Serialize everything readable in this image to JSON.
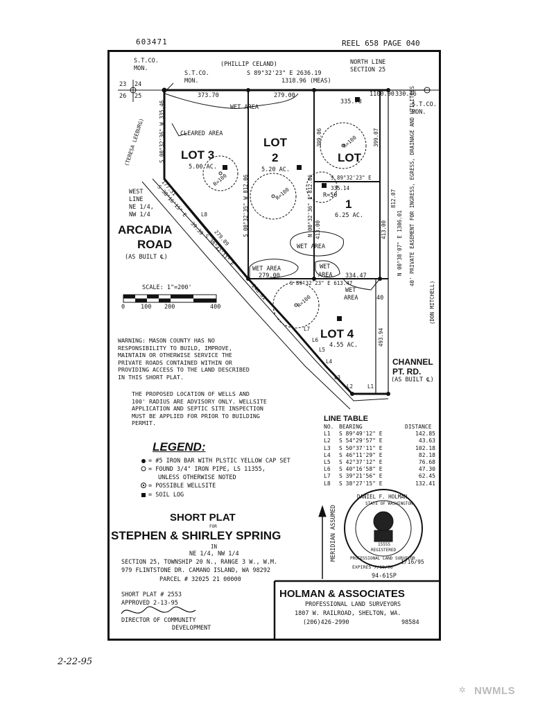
{
  "header": {
    "doc_number": "603471",
    "reel_page": "REEL 658 PAGE 040"
  },
  "corner_mark": {
    "section_numbers": [
      "23",
      "24",
      "26",
      "25"
    ]
  },
  "labels": {
    "st_co_mon_nw": "S.T.CO.",
    "st_co_mon_nw2": "MON.",
    "st_co_mon_2": "S.T.CO.",
    "st_co_mon_2b": "MON.",
    "st_co_mon_ne": "S.T.CO.",
    "st_co_mon_neb": "MON.",
    "phillip": "(PHILLIP CELAND)",
    "north_bearing": "S 89°32'23\" E  2636.19",
    "north_meas": "1318.96 (MEAS)",
    "north_line1": "NORTH LINE",
    "north_line2": "SECTION 25",
    "dim_37370": "373.70",
    "dim_27900a": "279.00",
    "dim_110000": "1100.00",
    "dim_33046": "330.46",
    "dim_33578": "335.78",
    "wet_area_top": "WET  AREA",
    "cleared_area": "CLEARED AREA",
    "teresa": "(TERESA LEEBURG)",
    "west_line1": "WEST",
    "west_line2": "LINE",
    "west_line3": "NE 1/4,",
    "west_line4": "NW 1/4",
    "lot3": "LOT 3",
    "lot3_ac": "5.00 AC.",
    "lot2a": "LOT",
    "lot2b": "2",
    "lot2_ac": "5.20 AC.",
    "lot1a": "LOT",
    "lot1b": "1",
    "lot1_ac": "6.25 AC.",
    "lot4": "LOT 4",
    "lot4_ac": "4.55 AC.",
    "r100": "R=100",
    "r50": "R=50",
    "inner_bearing": "S 89°32'23\" E",
    "dim_33514": "335.14",
    "dim_81206a": "S 00°32'35\" W  812.06",
    "dim_81206b": "N 00°32'36\" E  812.06",
    "dim_39906": "399.06",
    "dim_39907": "399.07",
    "dim_81207": "812.07",
    "dim_41300a": "413.00",
    "dim_41300b": "413.00",
    "dim_33546": "S 00°32'36\" W  335.46",
    "dim_17731": "177.31",
    "bearing_s38": "S 38°16'15\" E",
    "dim_27889": "279.89",
    "dim_39939": "39.39",
    "bearing_s38b": "S 38°42'11\" E",
    "arcadia1": "ARCADIA",
    "arcadia2": "ROAD",
    "arcadia3": "(AS BUILT ℄)",
    "wet_area_mid": "WET    AREA",
    "wet_area_l": "WET AREA",
    "wet_area_r": "WET",
    "wet_area_r2": "AREA",
    "wet_area_r3": "WET",
    "wet_area_r4": "AREA",
    "dim_27900b": "279.00",
    "dim_334": "334.47",
    "bearing_s89b": "S 89°32'23\" E  613.47",
    "dim_40": "40",
    "dim_49394": "493.94",
    "easement": "40' PRIVATE EASEMENT FOR INGRESS, EGRESS, DRAINAGE AND UTILITIES",
    "mitchell": "(DON MITCHELL)",
    "bearing_n00": "N 00°38'07\" E  1306.01",
    "channel1": "CHANNEL",
    "channel2": "PT. RD.",
    "channel3": "(AS BUILT ℄)",
    "l1": "L1",
    "l2": "L2",
    "l3": "L3",
    "l4": "L4",
    "l5": "L5",
    "l6": "L6",
    "l7": "L7",
    "l8": "L8",
    "dim_24881": "248.81"
  },
  "scale": {
    "label": "SCALE: 1\"=200'",
    "ticks": [
      "0",
      "100",
      "200",
      "400"
    ]
  },
  "warning": [
    "WARNING: MASON COUNTY HAS NO",
    "RESPONSIBILITY TO BUILD, IMPROVE,",
    "MAINTAIN OR OTHERWISE SERVICE THE",
    "PRIVATE ROADS CONTAINED WITHIN OR",
    "PROVIDING ACCESS TO THE LAND DESCRIBED",
    "IN THIS SHORT PLAT."
  ],
  "wells_note": [
    "THE PROPOSED LOCATION OF WELLS AND",
    "100' RADIUS ARE ADVISORY ONLY. WELLSITE",
    "APPLICATION AND SEPTIC SITE INSPECTION",
    "MUST BE APPLIED FOR PRIOR TO BUILDING",
    "PERMIT."
  ],
  "legend": {
    "title": "LEGEND:",
    "items": [
      "= #5 IRON BAR WITH PLSTIC YELLOW CAP SET",
      "= FOUND 3/4\" IRON PIPE, LS 11355,",
      "UNLESS OTHERWISE NOTED",
      "= POSSIBLE WELLSITE",
      "= SOIL LOG"
    ]
  },
  "line_table": {
    "title": "LINE TABLE",
    "headers": [
      "NO.",
      "BEARING",
      "DISTANCE"
    ],
    "rows": [
      [
        "L1",
        "S 89°49'12\" E",
        "142.85"
      ],
      [
        "L2",
        "S 54°29'57\" E",
        "43.63"
      ],
      [
        "L3",
        "S 50°37'11\" E",
        "102.18"
      ],
      [
        "L4",
        "S 46°11'29\" E",
        "82.18"
      ],
      [
        "L5",
        "S 42°37'12\" E",
        "76.68"
      ],
      [
        "L6",
        "S 40°16'58\" E",
        "47.30"
      ],
      [
        "L7",
        "S 39°21'56\" E",
        "62.45"
      ],
      [
        "L8",
        "S 38°27'15\" E",
        "132.41"
      ]
    ]
  },
  "title_block": {
    "short_plat": "SHORT PLAT",
    "for": "FOR",
    "owners": "STEPHEN & SHIRLEY SPRING",
    "in": "IN",
    "quarter": "NE 1/4, NW 1/4",
    "section": "SECTION 25, TOWNSHIP 20 N., RANGE 3 W., W.M.",
    "address": "979 FLINTSTONE DR.   CAMANO ISLAND, WA  98292",
    "parcel": "PARCEL # 32025 21 00000"
  },
  "approval": {
    "short_plat_no": "SHORT PLAT # 2553",
    "approved": "APPROVED  2-13-95",
    "director": "DIRECTOR OF COMMUNITY",
    "development": "DEVELOPMENT"
  },
  "meridian": "MERIDIAN ASSUMED",
  "seal": {
    "name": "DANIEL F. HOLMAN",
    "state": "STATE OF WASHINGTON",
    "number": "15555",
    "registered": "REGISTERED",
    "profession": "PROFESSIONAL LAND SURVEYOR",
    "expires": "EXPIRES 7/18/96",
    "date": "1/16/95",
    "job": "94-61SP"
  },
  "company": {
    "name": "HOLMAN & ASSOCIATES",
    "line1": "PROFESSIONAL LAND SURVEYORS",
    "line2": "1807 W. RAILROAD, SHELTON, WA.",
    "phone": "(206)426-2990",
    "zip": "98584"
  },
  "footer": {
    "handwritten_date": "2-22-95",
    "watermark": "NWMLS"
  }
}
